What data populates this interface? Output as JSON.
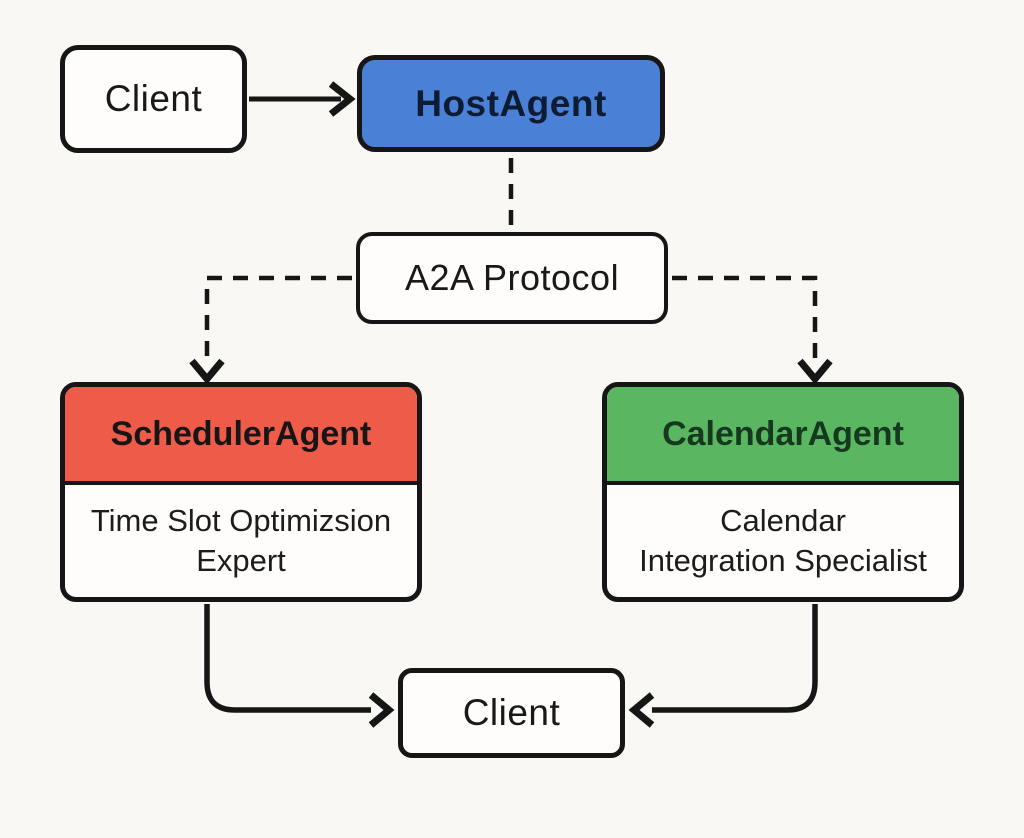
{
  "colors": {
    "background": "#faf8f4",
    "box_background": "#fefdfb",
    "line": "#161616",
    "host_agent_fill": "#4a80d6",
    "scheduler_header_fill": "#ee5b49",
    "calendar_header_fill": "#5bb662",
    "host_agent_text": "#0e1c33",
    "calendar_title_text": "#14391e"
  },
  "nodes": {
    "client_top": {
      "label": "Client"
    },
    "host_agent": {
      "label": "HostAgent"
    },
    "a2a_protocol": {
      "label": "A2A Protocol"
    },
    "scheduler_agent": {
      "title": "SchedulerAgent",
      "subtitle_line1": "Time Slot Optimizsion",
      "subtitle_line2": "Expert"
    },
    "calendar_agent": {
      "title": "CalendarAgent",
      "subtitle_line1": "Calendar",
      "subtitle_line2": "Integration Specialist"
    },
    "client_bottom": {
      "label": "Client"
    }
  }
}
